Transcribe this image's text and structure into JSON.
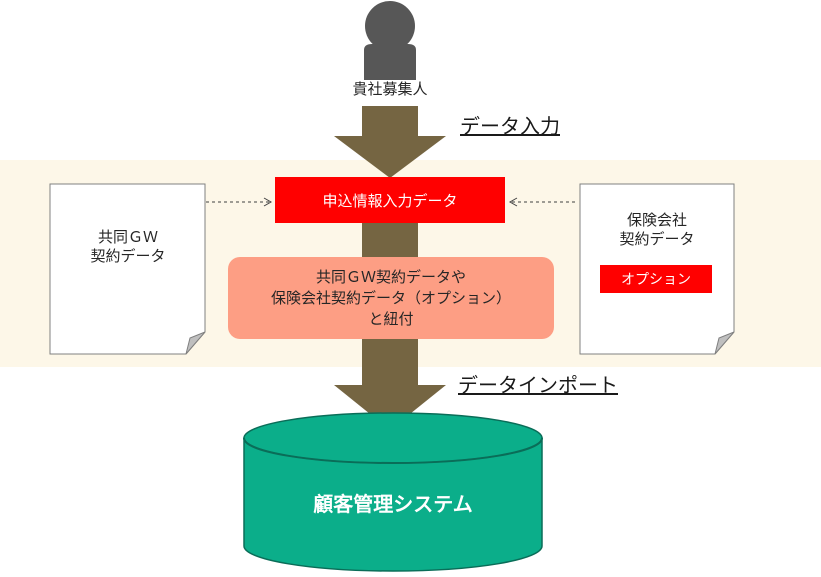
{
  "person": {
    "label": "貴社募集人"
  },
  "flow": {
    "data_input_label": "データ入力",
    "data_import_label": "データインポート"
  },
  "application_data": {
    "label": "申込情報入力データ"
  },
  "linking": {
    "lines": [
      "共同ＧＷ契約データや",
      "保険会社契約データ（オプション）",
      "と紐付"
    ]
  },
  "doc_left": {
    "lines": [
      "共同ＧＷ",
      "契約データ"
    ]
  },
  "doc_right": {
    "lines": [
      "保険会社",
      "契約データ"
    ],
    "option_label": "オプション"
  },
  "system": {
    "label": "顧客管理システム"
  },
  "colors": {
    "band": "#fdf7e8",
    "arrow": "#756542",
    "red": "#ff0000",
    "pill": "#fd9e84",
    "cylinder": "#0bae8a",
    "cylinder_outline": "#0a6d58",
    "person": "#575757"
  }
}
